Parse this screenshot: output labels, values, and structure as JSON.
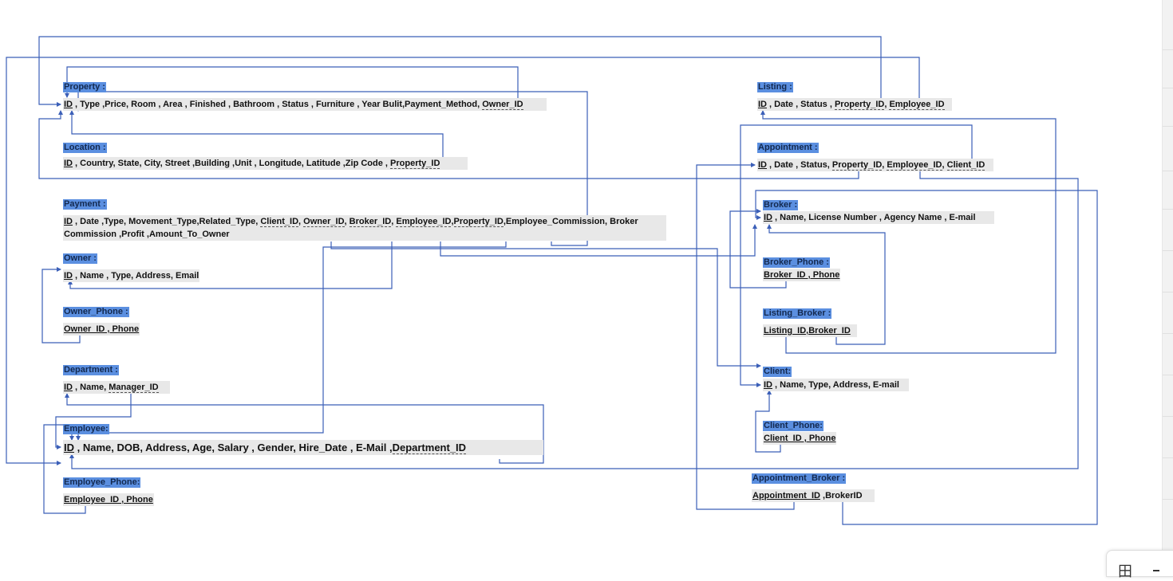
{
  "entities": {
    "property": {
      "title": "Property :",
      "fields": [
        "ID",
        " , Type ,Price, Room , Area , Finished , Bathroom , Status , Furniture , Year Bulit,Payment_Method, ",
        "Owner_ID"
      ]
    },
    "location": {
      "title": "Location :",
      "fields": [
        "ID",
        " , Country, State, City, Street ,Building ,Unit , Longitude, Latitude ,Zip Code , ",
        "Property_ID"
      ]
    },
    "payment": {
      "title": "Payment :",
      "fields": [
        "ID",
        " , Date ,Type, Movement_Type,Related_Type, ",
        "Client_ID",
        ", ",
        "Owner_ID",
        ", ",
        "Broker_ID",
        ", ",
        "Employee_ID",
        ",",
        "Property_ID",
        ",Employee_Commission, Broker Commission ,Profit ,Amount_To_Owner"
      ]
    },
    "owner": {
      "title": "Owner :",
      "fields": [
        "ID",
        " , Name , Type, Address, Email"
      ]
    },
    "owner_phone": {
      "title": "Owner_Phone :",
      "fields": [
        "Owner_ID , Phone"
      ]
    },
    "department": {
      "title": "Department :",
      "fields": [
        "ID",
        " , Name, ",
        "Manager_ID"
      ]
    },
    "employee": {
      "title": "Employee:",
      "fields": [
        "ID",
        " , Name, DOB, Address, Age, Salary ,  Gender, Hire_Date , E-Mail ,",
        "Department_ID"
      ]
    },
    "employee_phone": {
      "title": "Employee_Phone:",
      "fields": [
        "Employee_ID , Phone"
      ]
    },
    "listing": {
      "title": "Listing :",
      "fields": [
        "ID",
        " , Date , Status , ",
        "Property_ID",
        ", ",
        "Employee_ID"
      ]
    },
    "appointment": {
      "title": "Appointment :",
      "fields": [
        "ID",
        " , Date , Status, ",
        "Property_ID",
        ", ",
        "Employee_ID",
        ", ",
        "Client_ID"
      ]
    },
    "broker": {
      "title": "Broker :",
      "fields": [
        "ID",
        " , Name, License Number , Agency Name ,  E-mail"
      ]
    },
    "broker_phone": {
      "title": "Broker_Phone :",
      "fields": [
        "Broker_ID , Phone"
      ]
    },
    "listing_broker": {
      "title": "Listing_Broker :",
      "fields": [
        "Listing_ID,Broker_ID"
      ]
    },
    "client": {
      "title": "Client:",
      "fields": [
        "ID",
        " , Name, Type, Address, E-mail"
      ]
    },
    "client_phone": {
      "title": "Client_Phone:",
      "fields": [
        "Client_ID , Phone"
      ]
    },
    "appointment_broker": {
      "title": "Appointment_Broker :",
      "fields": [
        "Appointment_ID",
        " ,BrokerID"
      ]
    }
  },
  "connector_color": "#3b5fb8",
  "title_color": "#5b8fe0",
  "field_bg_color": "#e8e8e8",
  "widget_icon": "table-grid-icon"
}
